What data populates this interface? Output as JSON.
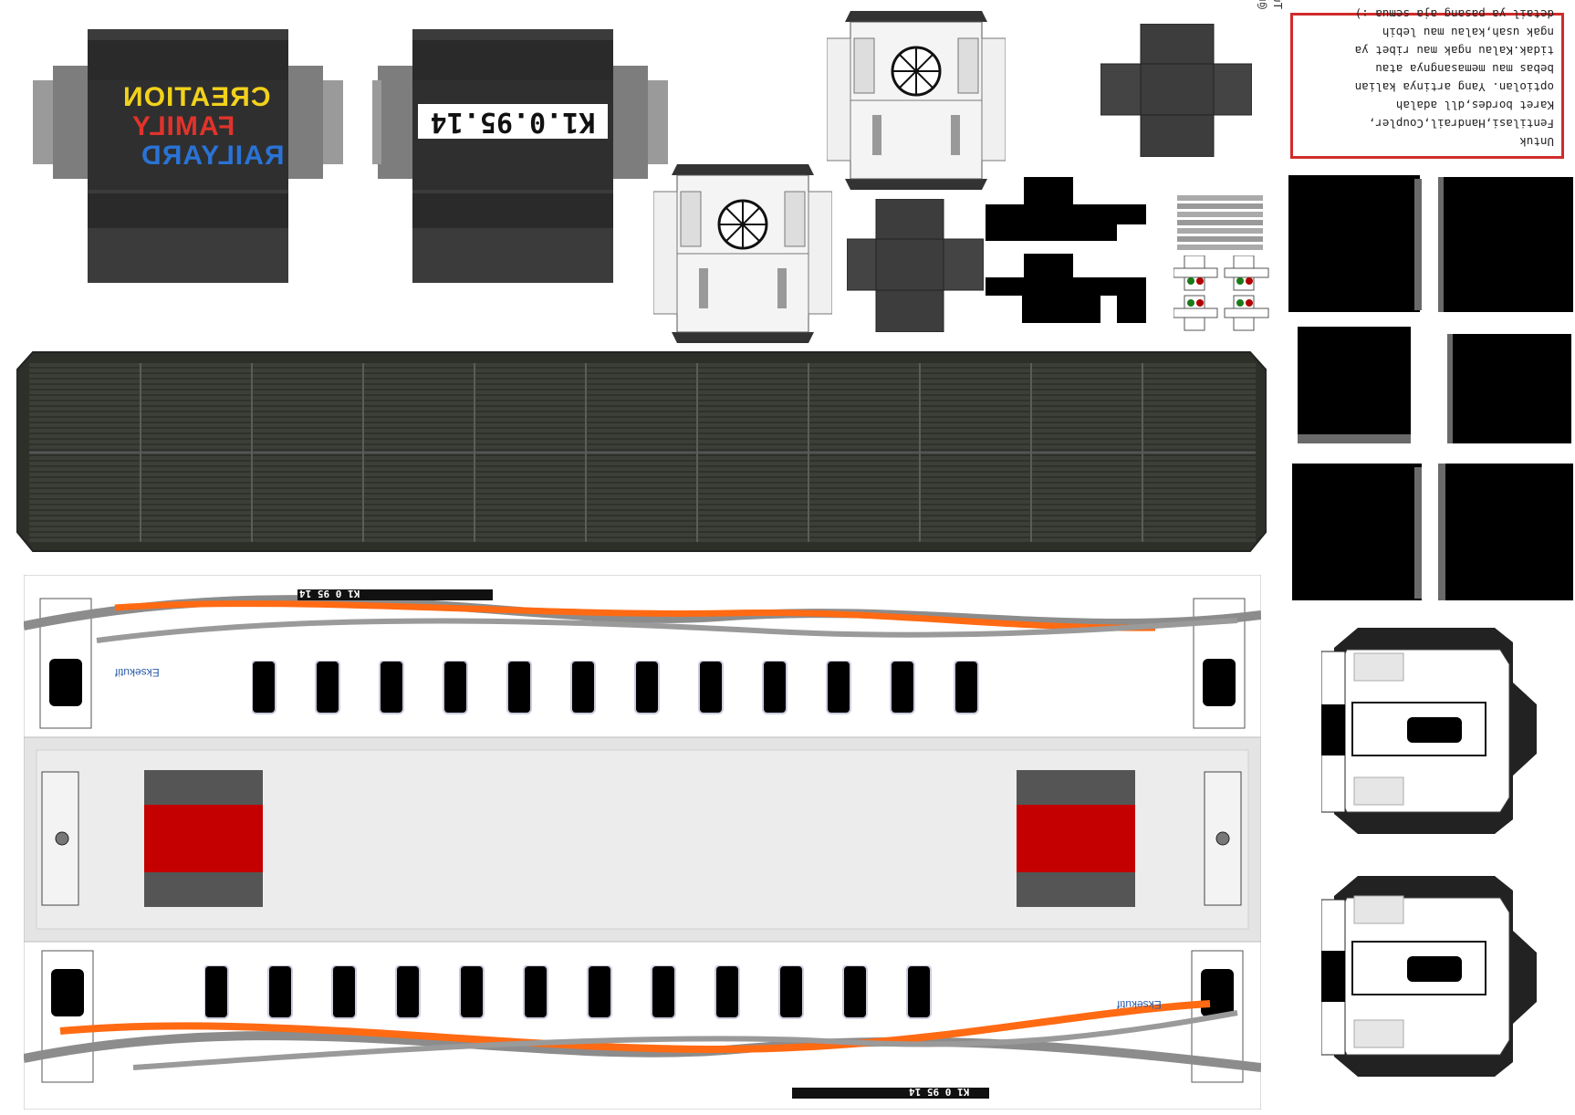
{
  "brand": {
    "word1": "RAILYARD",
    "word2": "FAMILY",
    "word3": "CREATION",
    "colors": {
      "blue": "#2a73d6",
      "red": "#e1332b",
      "yellow": "#f2d21b",
      "white": "#ffffff"
    }
  },
  "car_number": "K1.0.95.14",
  "side_number": "K1 0 95 14",
  "side_label": "Eksekutif",
  "credit": [
    "Tutorial",
    "@railyardfamily_creation"
  ],
  "note_lines": [
    "Untuk",
    "Fentilasi,Handrail,Coupler,",
    "Karet bordes,dll adalah",
    "optiolan. Yang artinya kalian",
    "bebas mau memasangnya atau",
    "tidak.Kalau ngak mau ribet ya",
    "ngak usah,kalau mau lebih",
    "detail ya pasang aja semua :)"
  ],
  "colors": {
    "roof": "#3c3f37",
    "bogie": "#3a3a3a",
    "orange": "#ff6a13",
    "grey_stripe": "#8c8c8c",
    "door_red": "#c40000",
    "note_border": "#d12b2b"
  }
}
